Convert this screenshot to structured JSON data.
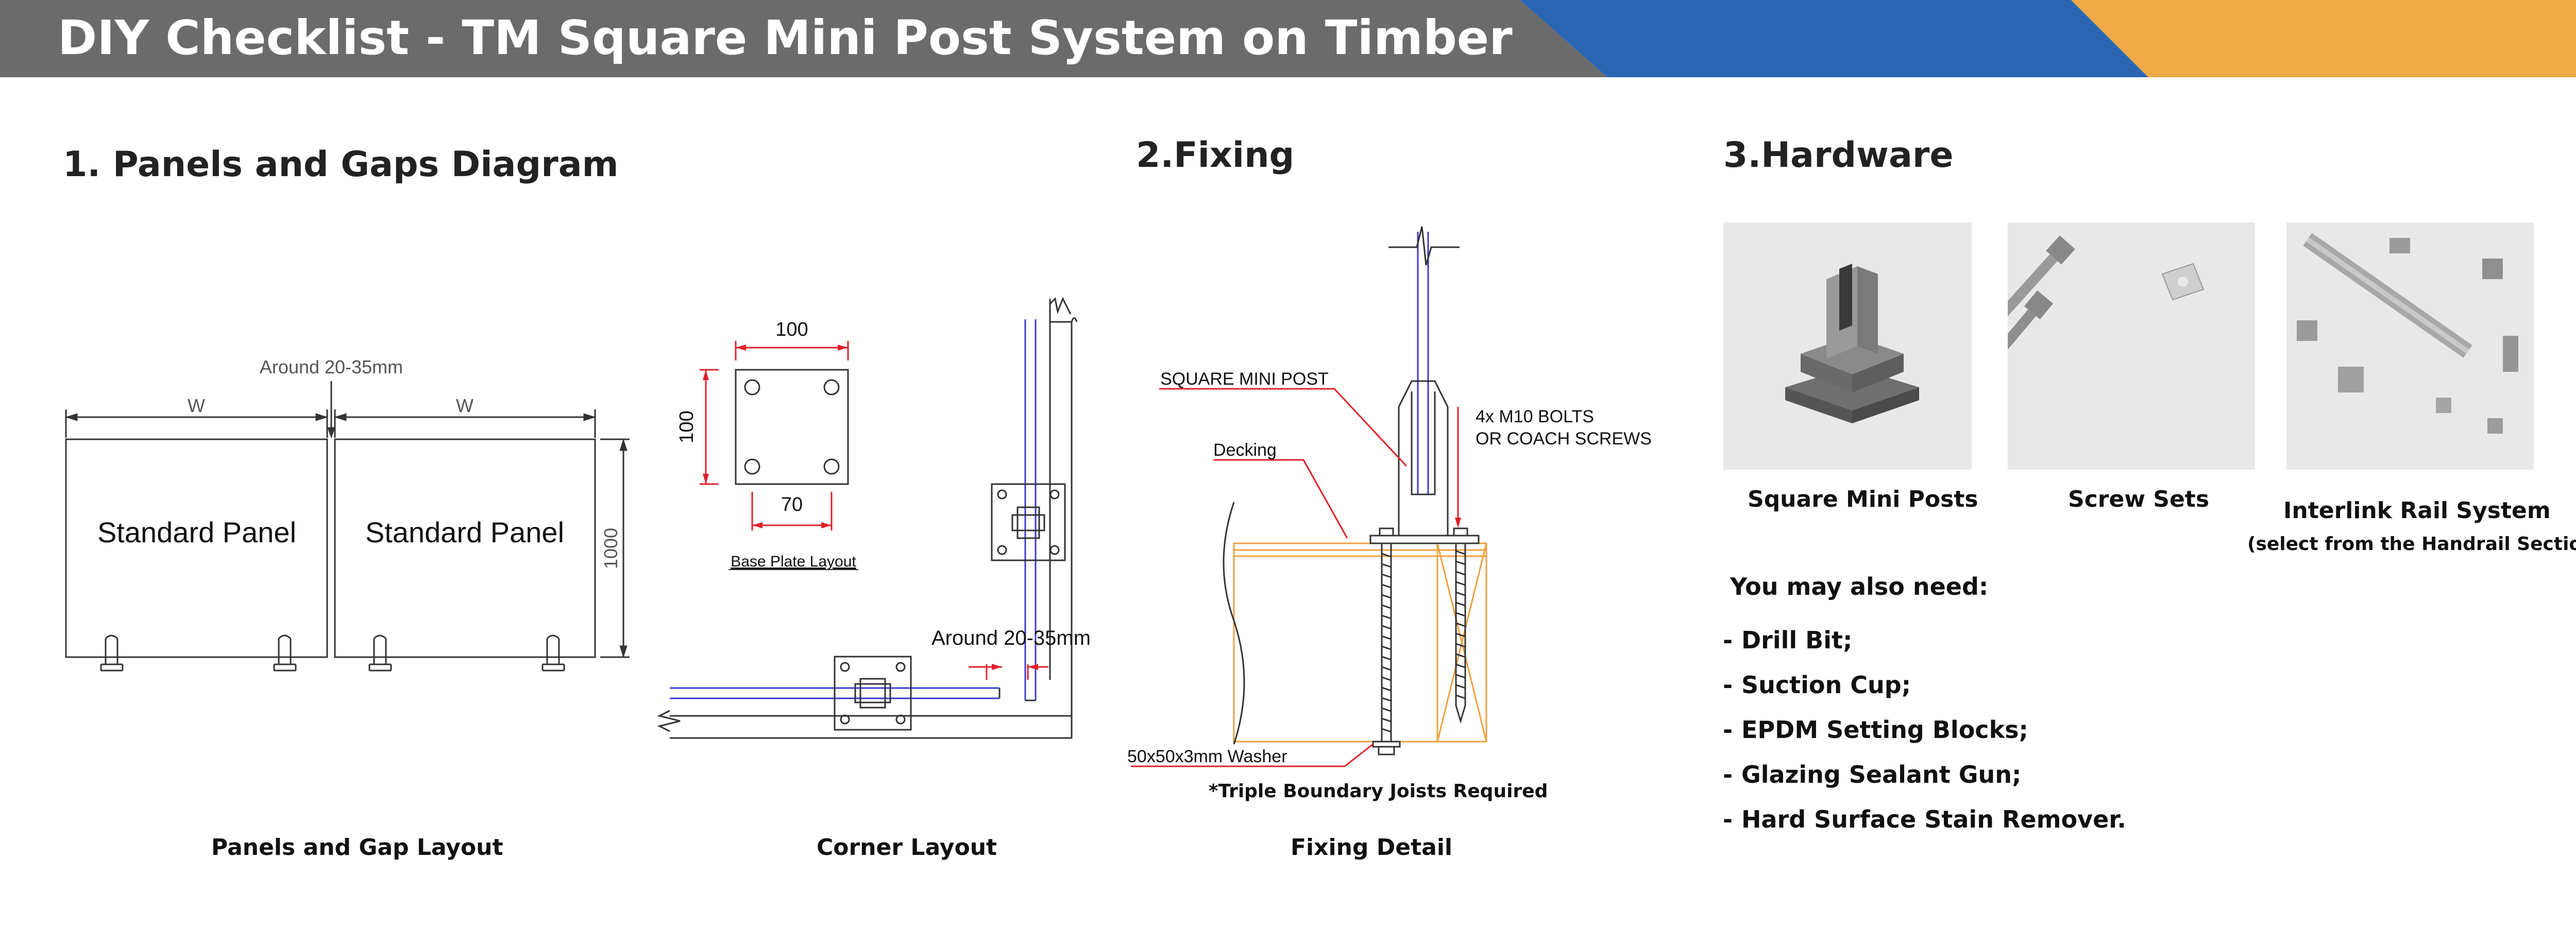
{
  "header": {
    "title": "DIY Checklist - TM Square Mini Post System on Timber",
    "colors": {
      "gray": "#6b6b6b",
      "blue": "#2b66b3",
      "orange": "#f0aa47"
    }
  },
  "sections": {
    "panels": {
      "title": "1. Panels and Gaps Diagram",
      "gap_label": "Around 20-35mm",
      "width_label": "W",
      "height_label": "1000",
      "panel_label": "Standard Panel",
      "caption": "Panels and Gap Layout"
    },
    "corner": {
      "dim_top": "100",
      "dim_side": "100",
      "dim_holes": "70",
      "base_plate_label": "Base Plate Layout",
      "gap_label": "Around 20-35mm",
      "caption": "Corner Layout"
    },
    "fixing": {
      "title": "2.Fixing",
      "post_label": "SQUARE MINI POST",
      "bolts_line1": "4x M10 BOLTS",
      "bolts_line2": "OR COACH SCREWS",
      "decking_label": "Decking",
      "washer_label": "50x50x3mm Washer",
      "note": "*Triple Boundary Joists Required",
      "caption": "Fixing Detail"
    },
    "hardware": {
      "title": "3.Hardware",
      "items": [
        {
          "label": "Square Mini Posts",
          "icon": "square-mini-post-photo"
        },
        {
          "label": "Screw Sets",
          "icon": "screw-set-photo"
        },
        {
          "label": "Interlink Rail System",
          "icon": "interlink-rail-photo"
        }
      ],
      "rail_note": "(select from the Handrail Section)",
      "also_title": "You may also need:",
      "also_items": [
        "Drill Bit;",
        "Suction Cup;",
        "EPDM Setting Blocks;",
        "Glazing Sealant Gun;",
        "Hard Surface Stain Remover."
      ]
    }
  }
}
